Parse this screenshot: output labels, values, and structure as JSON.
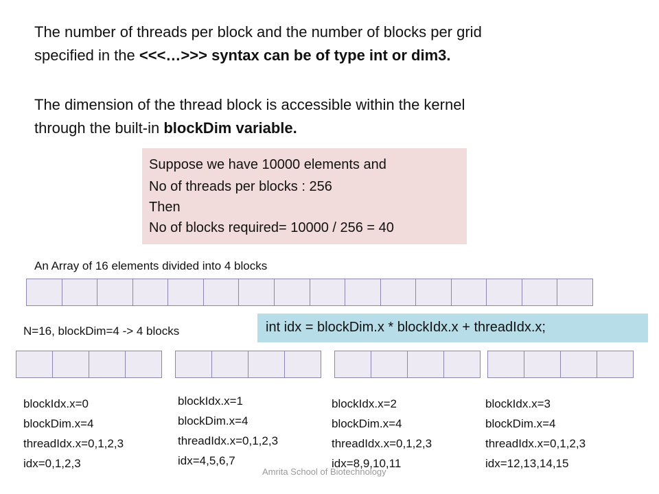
{
  "paragraph1": {
    "line1": "The number of threads per block and the number of blocks per grid",
    "line2_plain": "specified in the ",
    "line2_bold": "<<<…>>> syntax can be of type int or dim3."
  },
  "paragraph2": {
    "line1": "The dimension of the thread block is accessible within the kernel",
    "line2_plain": "through the built-in ",
    "line2_bold": "blockDim variable."
  },
  "example_box": {
    "lines": [
      "Suppose we have 10000 elements and",
      "No of threads per blocks : 256",
      "Then",
      "No of blocks  required= 10000 / 256 = 40"
    ]
  },
  "array_label": "An Array of 16 elements divided into 4 blocks",
  "split_label": "N=16, blockDim=4 -> 4 blocks",
  "formula": "int idx = blockDim.x * blockIdx.x + threadIdx.x;",
  "blocks": [
    {
      "lines": [
        "blockIdx.x=0",
        "blockDim.x=4",
        "threadIdx.x=0,1,2,3",
        "idx=0,1,2,3"
      ]
    },
    {
      "lines": [
        "blockIdx.x=1",
        "blockDim.x=4",
        "threadIdx.x=0,1,2,3",
        "idx=4,5,6,7"
      ]
    },
    {
      "lines": [
        "blockIdx.x=2",
        "blockDim.x=4",
        "threadIdx.x=0,1,2,3",
        "idx=8,9,10,11"
      ]
    },
    {
      "lines": [
        "blockIdx.x=3",
        "blockDim.x=4",
        "threadIdx.x=0,1,2,3",
        "idx=12,13,14,15"
      ]
    }
  ],
  "footer": "Amrita School of Biotechnology",
  "colors": {
    "example_box_bg": "#f2dcdb",
    "formula_box_bg": "#b7dde8",
    "cell_fill": "#eeeaf4",
    "cell_border": "#8b86b0"
  }
}
